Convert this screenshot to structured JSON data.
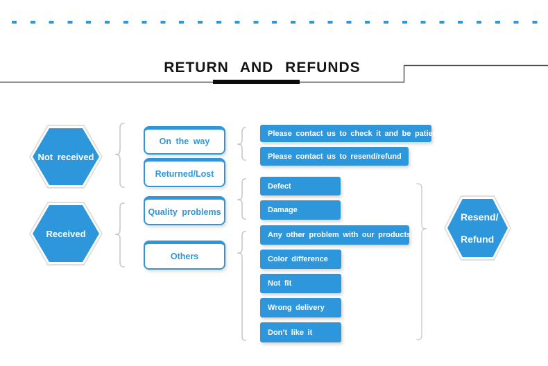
{
  "title": {
    "text": "RETURN AND REFUNDS"
  },
  "colors": {
    "accent": "#2e96db",
    "node_text": "#ffffff",
    "box_border": "#2e96db",
    "box_text": "#2e96db",
    "brace_gray": "#c5c5c5",
    "title_color": "#141414"
  },
  "flow": {
    "source_nodes": [
      {
        "label": "Not received"
      },
      {
        "label": "Received"
      }
    ],
    "category_boxes": [
      {
        "label": "On the way"
      },
      {
        "label": "Returned/Lost"
      },
      {
        "label": "Quality problems"
      },
      {
        "label": "Others"
      }
    ],
    "action_boxes": [
      {
        "label": "Please contact us to check it and be patient"
      },
      {
        "label": "Please contact us to resend/refund"
      },
      {
        "label": "Defect"
      },
      {
        "label": "Damage"
      },
      {
        "label": "Any other problem with our products"
      },
      {
        "label": "Color difference"
      },
      {
        "label": "Not fit"
      },
      {
        "label": "Wrong delivery"
      },
      {
        "label": "Don’t like it"
      }
    ],
    "result_node": {
      "line1": "Resend/",
      "line2": "Refund"
    }
  }
}
